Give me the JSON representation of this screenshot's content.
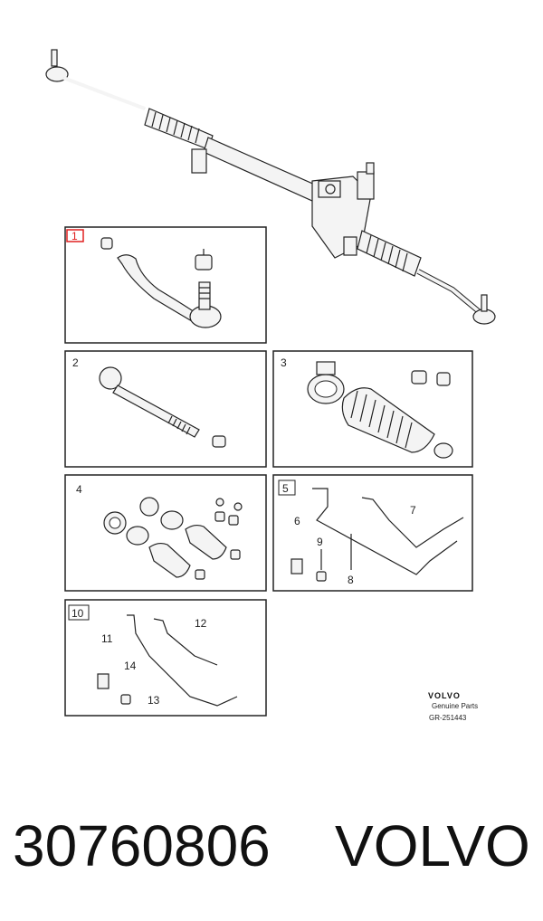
{
  "callouts": {
    "c1": "1",
    "c2": "2",
    "c3": "3",
    "c4": "4",
    "c5": "5",
    "c6": "6",
    "c7": "7",
    "c8": "8",
    "c9": "9",
    "c10": "10",
    "c11": "11",
    "c12": "12",
    "c13": "13",
    "c14": "14"
  },
  "logo": {
    "brand": "VOLVO",
    "sub": "Genuine Parts",
    "code": "GR-251443"
  },
  "caption": {
    "part_number": "30760806",
    "brand": "VOLVO"
  },
  "colors": {
    "highlight": "#e02020"
  }
}
